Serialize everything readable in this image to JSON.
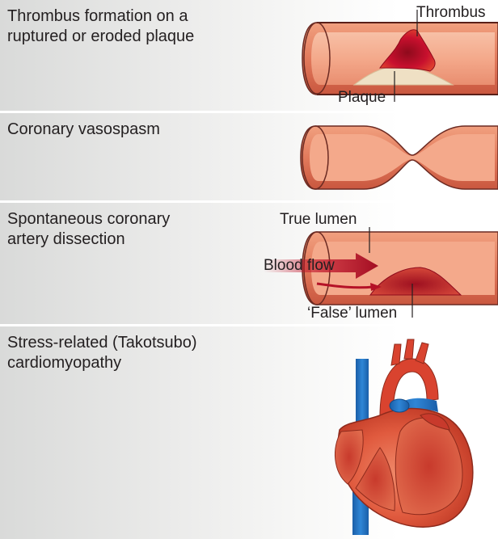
{
  "panels": [
    {
      "title": "Thrombus formation on a\nruptured or eroded plaque",
      "labels": {
        "thrombus": "Thrombus",
        "plaque": "Plaque"
      }
    },
    {
      "title": "Coronary vasospasm"
    },
    {
      "title": "Spontaneous coronary\nartery dissection",
      "labels": {
        "true_lumen": "True lumen",
        "blood_flow": "Blood flow",
        "false_lumen": "‘False’ lumen"
      }
    },
    {
      "title": "Stress-related (Takotsubo)\ncardiomyopathy"
    }
  ],
  "colors": {
    "vessel_wall": "#e8866a",
    "vessel_lumen": "#f4a98b",
    "vessel_outline": "#6b2a22",
    "thrombus": "#c8102e",
    "plaque": "#efe0c4",
    "blood_flow": "#c0142b",
    "heart": "#d9432f",
    "vein_blue": "#1e6fbf"
  }
}
